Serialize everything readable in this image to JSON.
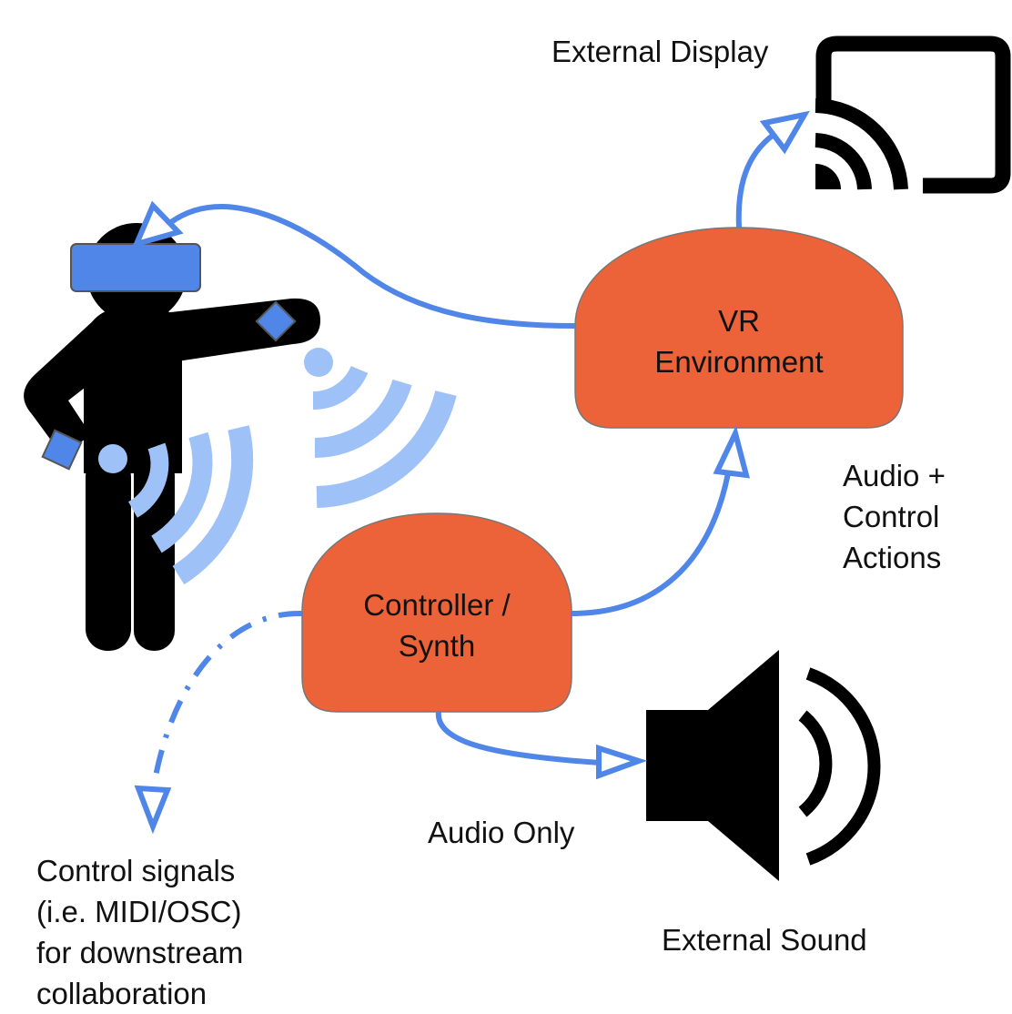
{
  "nodes": {
    "vr_environment": {
      "line1": "VR",
      "line2": "Environment"
    },
    "controller_synth": {
      "line1": "Controller /",
      "line2": "Synth"
    }
  },
  "labels": {
    "external_display": "External Display",
    "audio_control": [
      "Audio +",
      "Control",
      "Actions"
    ],
    "audio_only": "Audio Only",
    "external_sound": "External Sound",
    "control_signals": [
      "Control signals",
      "(i.e. MIDI/OSC)",
      "for downstream",
      "collaboration"
    ]
  },
  "icons": {
    "display": "cast-display-icon",
    "speaker": "speaker-icon",
    "user": "vr-user-figure-icon",
    "wireless": "wireless-wave-icon"
  },
  "colors": {
    "box_fill": "#EC6339",
    "arrow": "#4F86E8",
    "wave": "#9EC1F7",
    "headset": "#4F86E8",
    "figure": "#000000"
  }
}
